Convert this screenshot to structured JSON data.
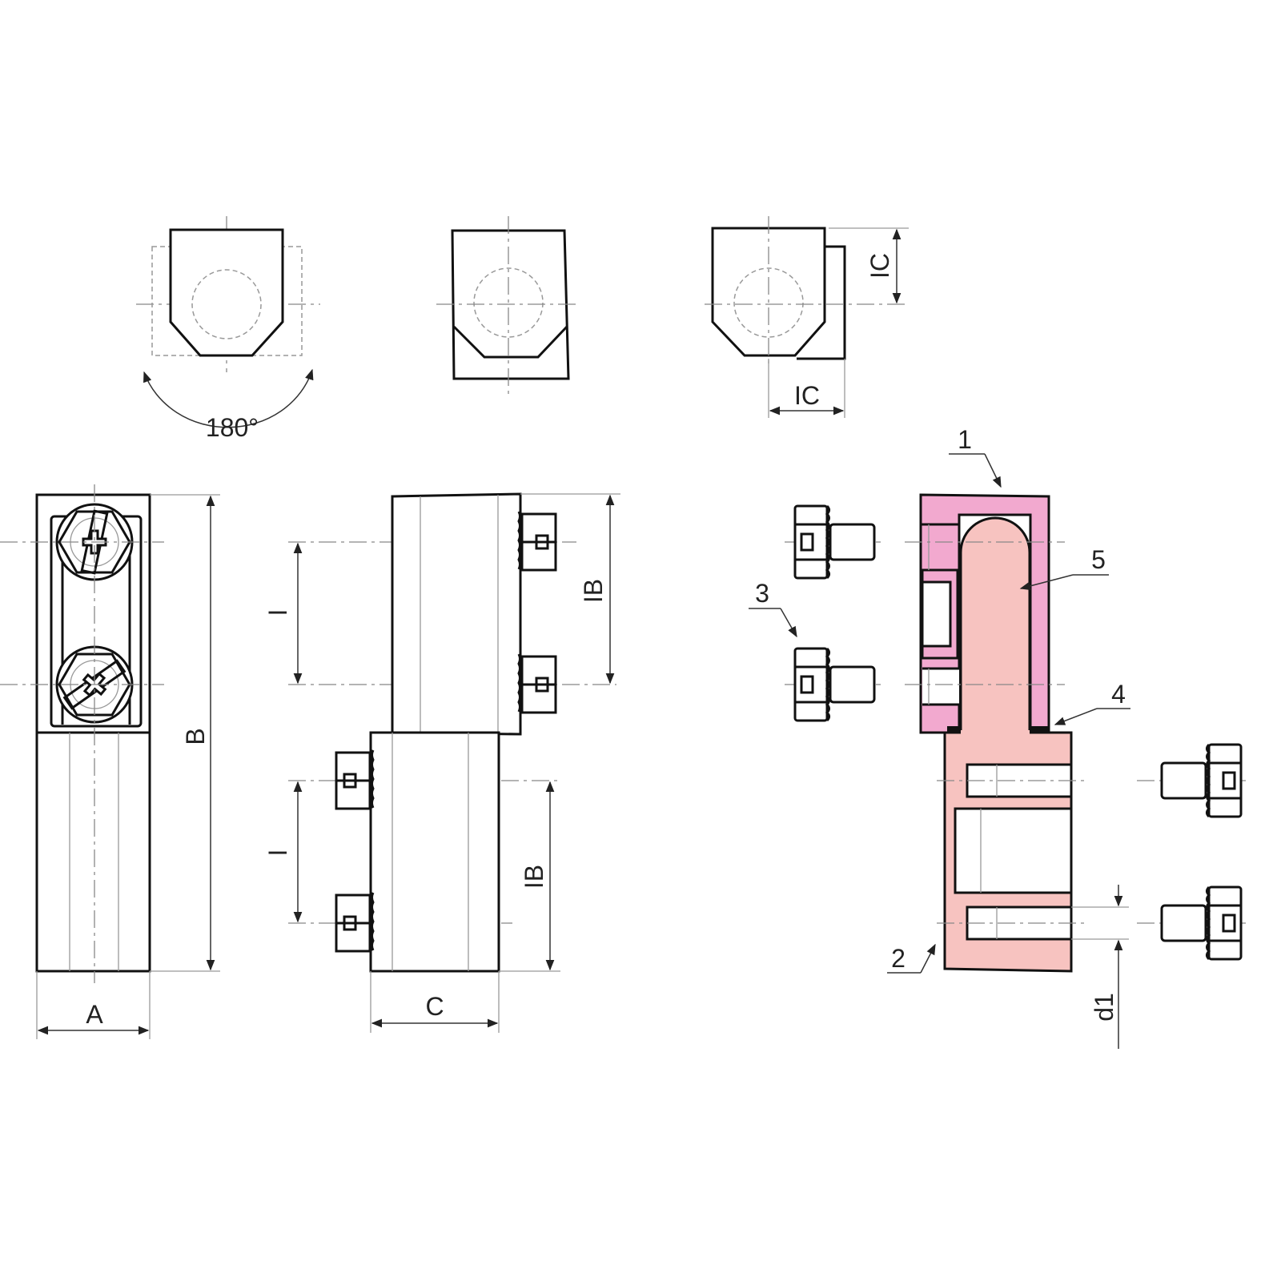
{
  "title_labels": {
    "rotation": "180°",
    "ic_vertical": "IC",
    "ic_horizontal": "IC",
    "a": "A",
    "b": "B",
    "i_upper": "I",
    "ib_upper": "IB",
    "i_lower": "I",
    "ib_lower": "IB",
    "c": "C",
    "d1": "d1"
  },
  "callouts": [
    "1",
    "2",
    "3",
    "4",
    "5"
  ],
  "colors": {
    "part1": "#F2A9CF",
    "part2": "#F7C3C0",
    "line": "#111111"
  }
}
